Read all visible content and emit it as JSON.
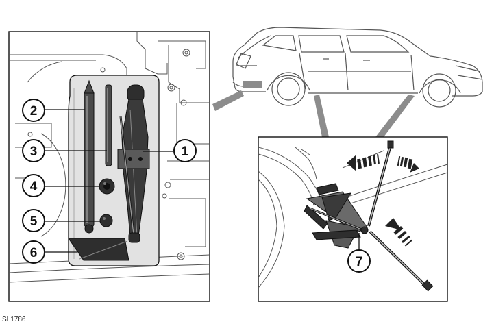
{
  "figure_ref": "SL1786",
  "callouts": {
    "c1": "1",
    "c2": "2",
    "c3": "3",
    "c4": "4",
    "c5": "5",
    "c6": "6",
    "c7": "7"
  },
  "colors": {
    "line": "#111111",
    "panel_fill": "#ffffff",
    "tray_fill": "#e2e2e2",
    "tool_dark": "#2e2e2e",
    "pointer_fill": "#8c8c8c"
  }
}
